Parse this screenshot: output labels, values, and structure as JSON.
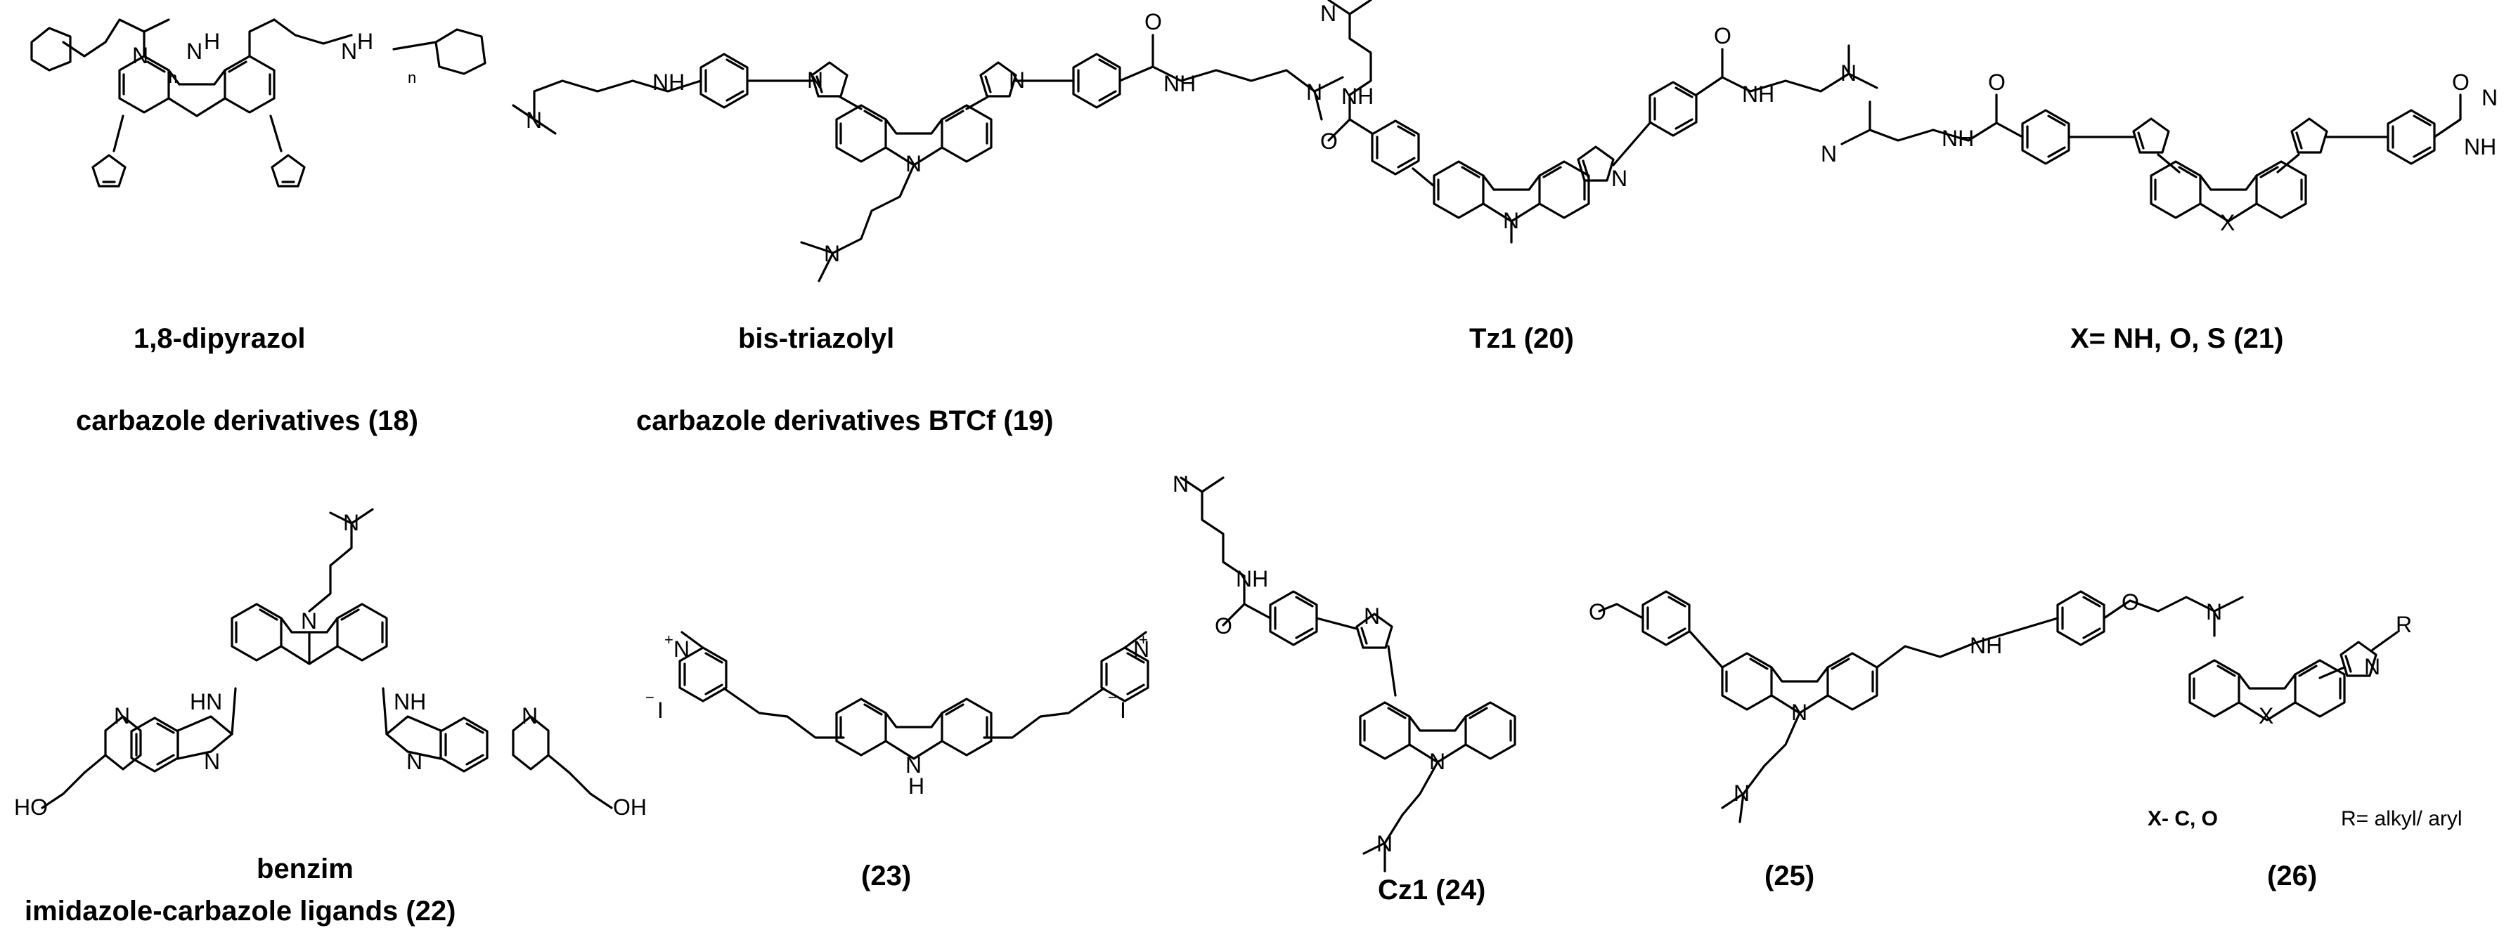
{
  "captions": {
    "c18_line1": "1,8-dipyrazol",
    "c18_line2": "carbazole derivatives (18)",
    "c19_line1": "bis-triazolyl",
    "c19_line2": "carbazole derivatives BTCf (19)",
    "c20": "Tz1 (20)",
    "c21": "X= NH, O, S (21)",
    "c22_line1": "benzim",
    "c22_line2": "imidazole-carbazole ligands (22)",
    "c23": "(23)",
    "c24": "Cz1 (24)",
    "c25": "(25)",
    "c26": "(26)",
    "c26_x": "X- C, O",
    "c26_r": "R= alkyl/ aryl"
  },
  "atoms": {
    "N": "N",
    "H": "H",
    "NH": "NH",
    "HN": "HN",
    "O": "O",
    "X": "X",
    "R": "R",
    "I": "I",
    "OH": "OH",
    "HO": "HO",
    "n": "n",
    "plus": "+",
    "minus": "−"
  }
}
